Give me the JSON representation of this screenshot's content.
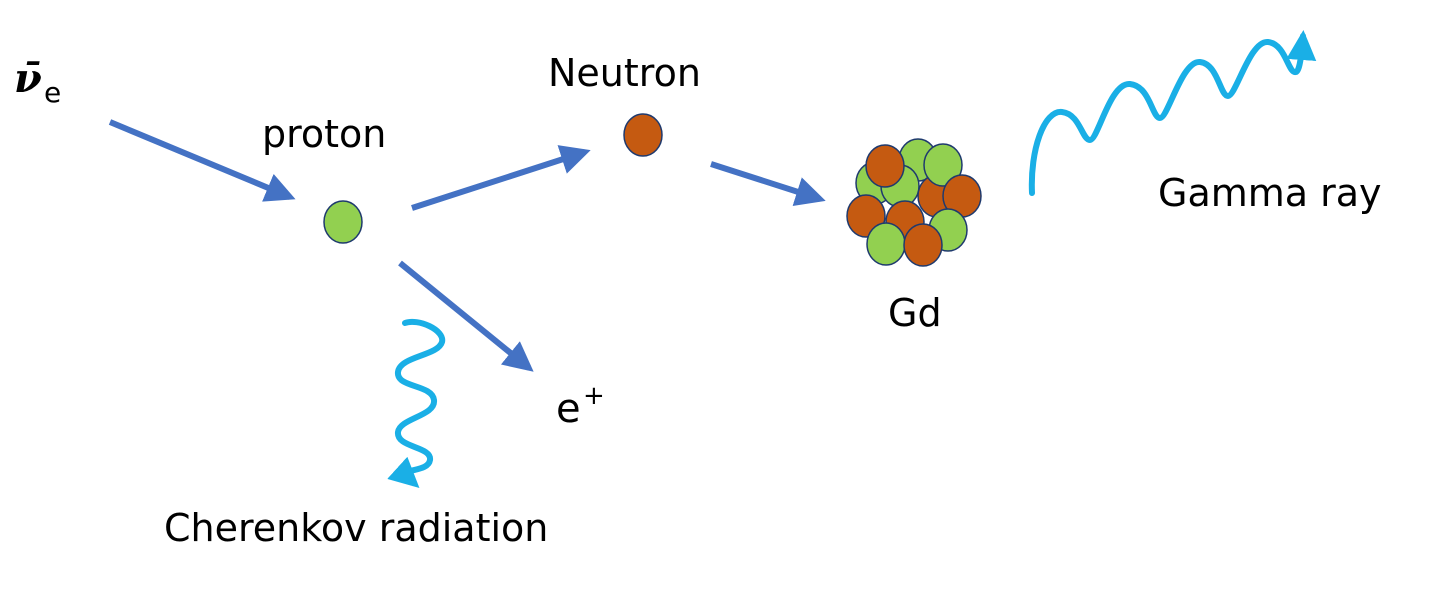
{
  "labels": {
    "antineutrino_symbol": "ν̄",
    "antineutrino_subscript": "e",
    "proton": "proton",
    "neutron": "Neutron",
    "gadolinium": "Gd",
    "gamma_ray": "Gamma ray",
    "positron_base": "e",
    "positron_sup": "+",
    "cherenkov": "Cherenkov radiation"
  },
  "colors": {
    "arrow": "#4472c4",
    "wave": "#1aafe6",
    "proton_fill": "#92d050",
    "neutron_fill": "#c55a11",
    "outline": "#1f3a6e",
    "text": "#000000"
  },
  "icons": {
    "particle_arrow": "arrow-icon",
    "photon_wave": "wavy-arrow-icon"
  }
}
